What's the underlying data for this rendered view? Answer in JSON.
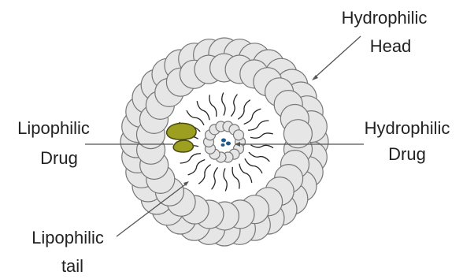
{
  "labels": {
    "hydrophilic_head_line1": "Hydrophilic",
    "hydrophilic_head_line2": "Head",
    "hydrophilic_drug_line1": "Hydrophilic",
    "hydrophilic_drug_line2": "Drug",
    "lipophilic_drug_line1": "Lipophilic",
    "lipophilic_drug_line2": "Drug",
    "lipophilic_tail_line1": "Lipophilic",
    "lipophilic_tail_line2": "tail"
  },
  "colors": {
    "head_fill": "#e6e6e6",
    "head_stroke": "#777777",
    "tail_stroke": "#222222",
    "lipophilic_drug": "#9c9f1f",
    "hydrophilic_drug": "#1e5a8c",
    "text": "#222222",
    "pointer": "#555555"
  }
}
